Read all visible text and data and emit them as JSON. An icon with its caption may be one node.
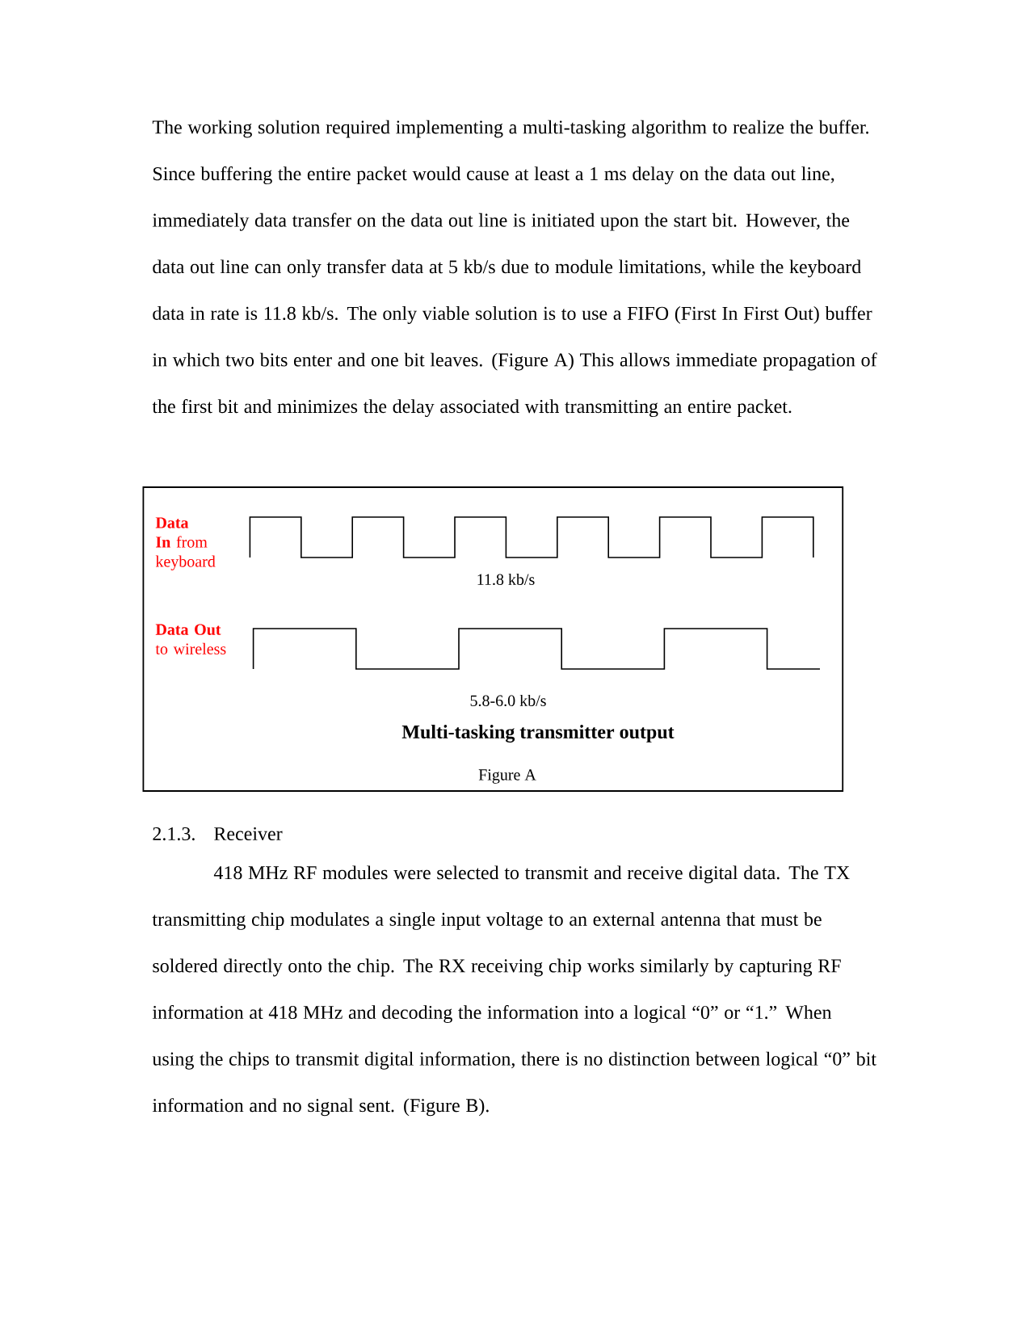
{
  "diagram": {
    "caption": "Figure A",
    "labels": [
      "The working solution required implementing a multi-tasking algorithm to realize the buffer.  Since buffering the entire packet would cause at least a 1 ms delay on the data out line, immediately data transfer on the data out line is initiated upon the start bit. However, the data out line can only transfer data at 5 kb/s due to module limitations, while the keyboard data in rate is 11.8 kb/s.  The only viable solution is to use a FIFO (First In First Out) buffer in which two bits enter and one bit leaves.  (Figure A) This allows immediate propagation of the first bit and minimizes the delay associated with transmitting an entire packet.",
      "**Data In** from keyboard",
      "11.8 kb/s",
      "**Data Out** to wireless",
      "5.8-6.0 kb/s",
      "Multi-tasking transmitter output",
      "2.1.3.",
      "Receiver",
      "418 MHz RF modules were selected to transmit and receive digital data.  The TX transmitting chip modulates a single input voltage to an external antenna that must be soldered directly onto the chip.  The RX receiving chip works similarly by capturing RF information at 418 MHz and decoding the information into a logical “0” or “1.”  When using the chips to transmit digital information, there is no distinction between logical “0” bit information and no signal sent.  (Figure B)."
    ]
  }
}
